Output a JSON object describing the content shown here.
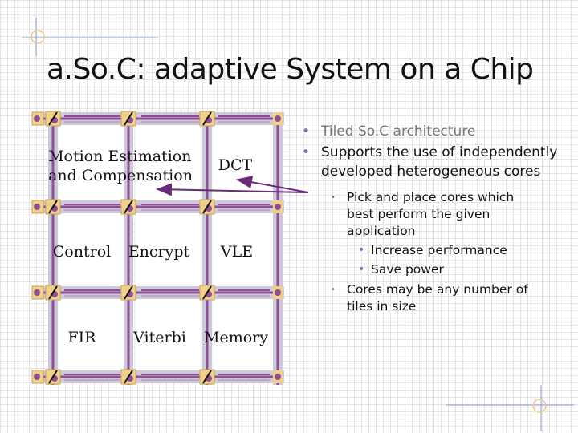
{
  "title": "a.So.C: adaptive System on a Chip",
  "colors": {
    "accent": "#8d4f95",
    "connector": "#cfc8d8",
    "pad": "#f1d08a",
    "bullet": "#6f78a6"
  },
  "tiles": [
    {
      "label": "Motion Estimation and Compensation",
      "lines": [
        "Motion Estimation",
        "and Compensation"
      ]
    },
    {
      "label": "DCT"
    },
    {
      "label": "Control"
    },
    {
      "label": "Encrypt"
    },
    {
      "label": "VLE"
    },
    {
      "label": "FIR"
    },
    {
      "label": "Viterbi"
    },
    {
      "label": "Memory"
    }
  ],
  "bullets": [
    {
      "text": "Tiled So.C architecture",
      "level": 1
    },
    {
      "text": "Supports the use of independently developed heterogeneous cores",
      "level": 1
    },
    {
      "text": "Pick and place cores which best perform the given application",
      "level": 2
    },
    {
      "text": "Increase performance",
      "level": 3
    },
    {
      "text": "Save power",
      "level": 3
    },
    {
      "text": "Cores may be any number of tiles in size",
      "level": 2
    }
  ]
}
